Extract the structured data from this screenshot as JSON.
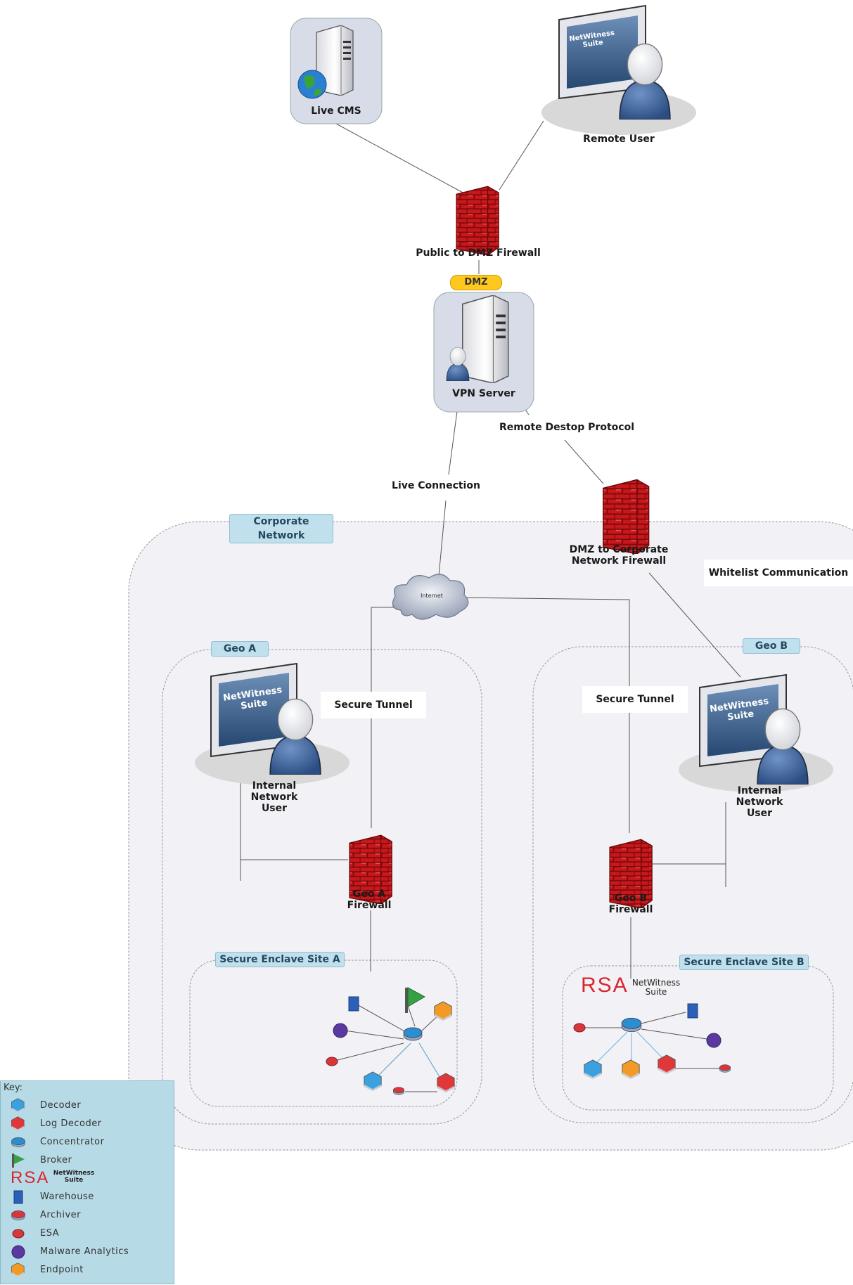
{
  "nodes": {
    "live_cms": "Live CMS",
    "remote_user": "Remote User",
    "public_dmz_firewall": "Public to DMZ Firewall",
    "dmz": "DMZ",
    "vpn_server": "VPN Server",
    "dmz_corp_firewall_l1": "DMZ to Corporate",
    "dmz_corp_firewall_l2": "Network Firewall",
    "internet": "Internet",
    "geo_a_user_l1": "Internal",
    "geo_a_user_l2": "Network",
    "geo_a_user_l3": "User",
    "geo_b_user_l1": "Internal",
    "geo_b_user_l2": "Network",
    "geo_b_user_l3": "User",
    "geo_a_firewall_l1": "Geo A",
    "geo_a_firewall_l2": "Firewall",
    "geo_b_firewall_l1": "Geo B",
    "geo_b_firewall_l2": "Firewall",
    "screen_text_l1": "NetWitness",
    "screen_text_l2": "Suite"
  },
  "edges": {
    "remote_desktop": "Remote Destop Protocol",
    "live_connection": "Live Connection",
    "secure_tunnel_a": "Secure Tunnel",
    "secure_tunnel_b": "Secure Tunnel",
    "whitelist": "Whitelist Communication"
  },
  "groups": {
    "corporate": "Corporate Network",
    "geo_a": "Geo A",
    "geo_b": "Geo B",
    "enclave_a": "Secure Enclave Site A",
    "enclave_b": "Secure Enclave Site B"
  },
  "rsa": {
    "logo": "RSA",
    "suite_l1": "NetWitness",
    "suite_l2": "Suite"
  },
  "key": {
    "title": "Key:",
    "items": [
      {
        "label": "Decoder",
        "icon": "decoder-icon",
        "color": "#3aa0e0"
      },
      {
        "label": "Log Decoder",
        "icon": "log-decoder-icon",
        "color": "#e0373a"
      },
      {
        "label": "Concentrator",
        "icon": "concentrator-icon",
        "color": "#2a8fd0"
      },
      {
        "label": "Broker",
        "icon": "broker-icon",
        "color": "#37a045"
      },
      {
        "label": "Warehouse",
        "icon": "warehouse-icon",
        "color": "#2c5fb8"
      },
      {
        "label": "Archiver",
        "icon": "archiver-icon",
        "color": "#d9363a"
      },
      {
        "label": "ESA",
        "icon": "esa-icon",
        "color": "#d9363a"
      },
      {
        "label": "Malware Analytics",
        "icon": "malware-analytics-icon",
        "color": "#5a3aa0"
      },
      {
        "label": "Endpoint",
        "icon": "endpoint-icon",
        "color": "#f39a26"
      }
    ]
  },
  "colors": {
    "firewall": "#c8181c",
    "group_fill": "#f2f2f6",
    "tag_fill": "#bfe0ec",
    "key_fill": "#b7dbe6"
  }
}
